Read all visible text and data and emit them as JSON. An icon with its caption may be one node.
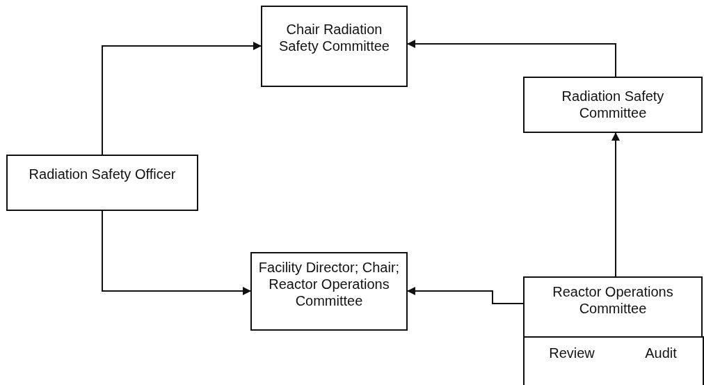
{
  "diagram": {
    "nodes": [
      {
        "text": [
          "Chair Radiation Safety Committee"
        ]
      },
      {
        "text": [
          "Radiation Safety Committee"
        ]
      },
      {
        "text": [
          "Radiation Safety Officer"
        ]
      },
      {
        "text": [
          "Facility Director; Chair; Reactor Operations Committee"
        ]
      },
      {
        "text": [
          "Reactor Operations Committee"
        ]
      },
      {
        "text": [
          "Review"
        ],
        "in": 4
      },
      {
        "text": [
          "Audit"
        ],
        "in": 4
      }
    ],
    "edges": [
      {
        "from": 2,
        "to": 0,
        "arrow": "to"
      },
      {
        "from": 1,
        "to": 0,
        "arrow": "to"
      },
      {
        "from": 4,
        "to": 1,
        "arrow": "to"
      },
      {
        "from": 2,
        "to": 3,
        "arrow": "to"
      },
      {
        "from": 4,
        "to": 3,
        "arrow": "to"
      }
    ]
  }
}
